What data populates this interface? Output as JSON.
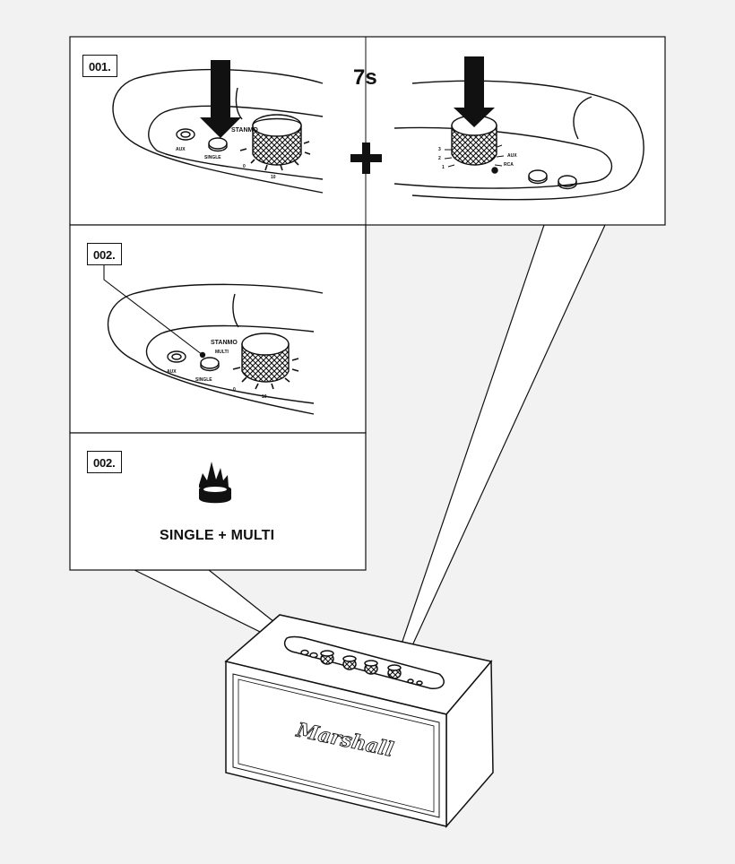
{
  "steps": {
    "step1": {
      "label": "001.",
      "hold_time": "7s"
    },
    "step2": {
      "label": "002."
    },
    "step3": {
      "label": "002.",
      "caption": "SINGLE + MULTI"
    }
  },
  "panel_labels": {
    "aux": "AUX",
    "single": "SINGLE",
    "multi": "MULTI",
    "model": "STANMO",
    "rca": "RCA",
    "aux2": "AUX",
    "num0": "0",
    "num10": "10",
    "num1": "1",
    "num2": "2",
    "num3": "3"
  },
  "speaker": {
    "brand": "Marshall"
  },
  "colors": {
    "line": "#111111",
    "panel_bg": "#ffffff",
    "page_bg": "#f2f2f2"
  },
  "icons": [
    "down-arrow-icon",
    "plus-icon",
    "led-glow-icon",
    "knob-icon"
  ]
}
